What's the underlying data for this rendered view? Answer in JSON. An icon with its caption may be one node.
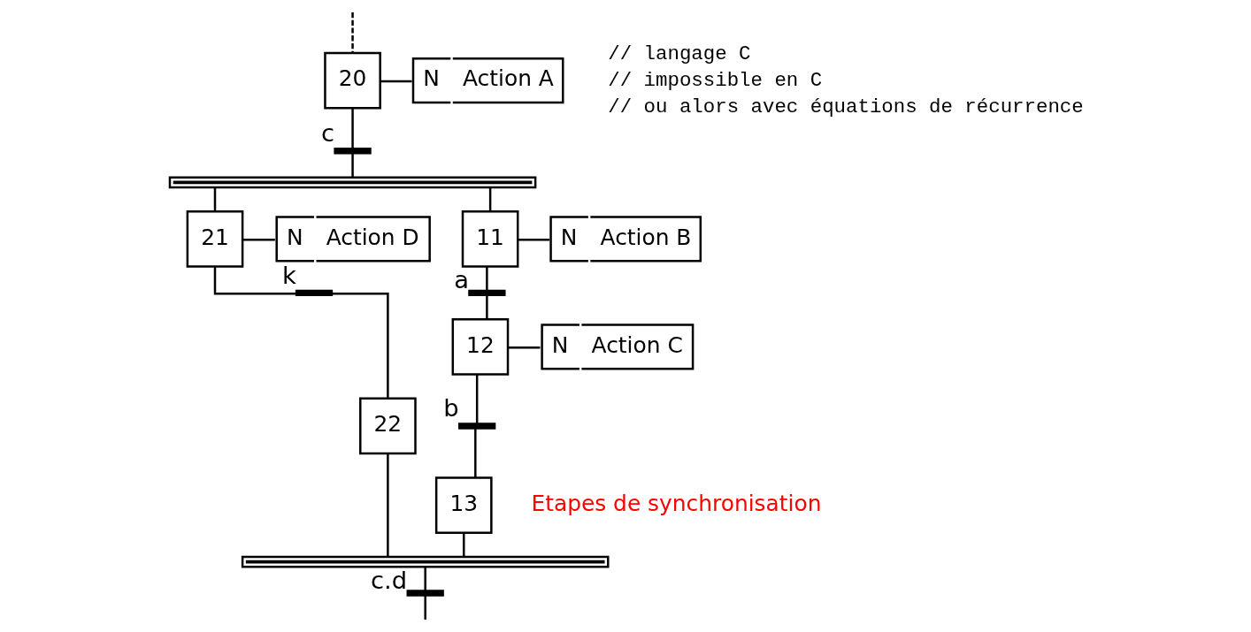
{
  "diagram": {
    "nodes": [
      {
        "text": [
          "20"
        ]
      },
      {
        "text": [
          "N",
          "Action A"
        ]
      },
      {
        "text": [],
        "shape": "bar",
        "beside": [
          "c"
        ]
      },
      {
        "text": [],
        "shape": "bar"
      },
      {
        "text": [
          "21"
        ]
      },
      {
        "text": [
          "N",
          "Action D"
        ]
      },
      {
        "text": [
          "11"
        ]
      },
      {
        "text": [
          "N",
          "Action B"
        ]
      },
      {
        "text": [],
        "shape": "bar",
        "beside": [
          "k"
        ]
      },
      {
        "text": [],
        "shape": "bar",
        "beside": [
          "a"
        ]
      },
      {
        "text": [
          "22"
        ]
      },
      {
        "text": [
          "12"
        ]
      },
      {
        "text": [
          "N",
          "Action C"
        ]
      },
      {
        "text": [],
        "shape": "bar",
        "beside": [
          "b"
        ]
      },
      {
        "text": [
          "13"
        ]
      },
      {
        "text": [],
        "shape": "bar"
      },
      {
        "text": [],
        "shape": "bar",
        "beside": [
          "c.d"
        ]
      }
    ],
    "edges": [
      {
        "from": null,
        "to": 0,
        "arrow": "none",
        "style": "dashed"
      },
      {
        "from": 0,
        "to": 1,
        "arrow": "none"
      },
      {
        "from": 0,
        "to": 2,
        "arrow": "none"
      },
      {
        "from": 2,
        "to": 3,
        "arrow": "none"
      },
      {
        "from": 3,
        "to": 4,
        "arrow": "none"
      },
      {
        "from": 3,
        "to": 6,
        "arrow": "none"
      },
      {
        "from": 4,
        "to": 5,
        "arrow": "none"
      },
      {
        "from": 6,
        "to": 7,
        "arrow": "none"
      },
      {
        "from": 4,
        "to": 8,
        "arrow": "none"
      },
      {
        "from": 8,
        "to": 10,
        "arrow": "none"
      },
      {
        "from": 6,
        "to": 9,
        "arrow": "none"
      },
      {
        "from": 9,
        "to": 11,
        "arrow": "none"
      },
      {
        "from": 11,
        "to": 12,
        "arrow": "none"
      },
      {
        "from": 11,
        "to": 13,
        "arrow": "none"
      },
      {
        "from": 13,
        "to": 14,
        "arrow": "none"
      },
      {
        "from": 10,
        "to": 15,
        "arrow": "none"
      },
      {
        "from": 14,
        "to": 15,
        "arrow": "none"
      },
      {
        "from": 15,
        "to": 16,
        "arrow": "none"
      },
      {
        "from": 16,
        "to": null,
        "arrow": "none"
      }
    ],
    "labels": [
      "// langage C",
      "// impossible en C",
      "// ou alors avec équations de récurrence",
      "Etapes de synchronisation"
    ]
  }
}
